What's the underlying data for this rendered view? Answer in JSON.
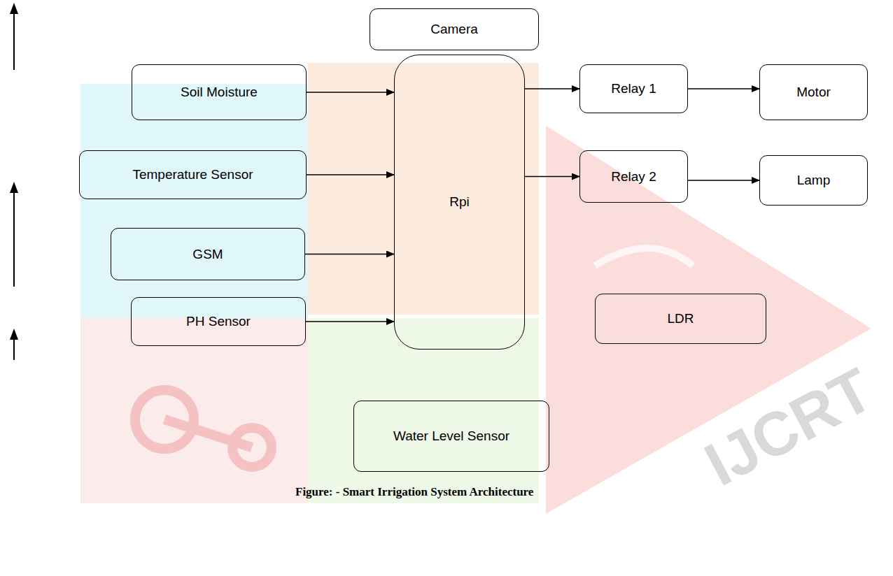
{
  "diagram": {
    "caption": "Figure: - Smart Irrigation System Architecture",
    "nodes": [
      {
        "text": [
          "Camera"
        ]
      },
      {
        "text": [
          "Soil Moisture"
        ]
      },
      {
        "text": [
          "Rpi"
        ]
      },
      {
        "text": [
          "Relay 1"
        ]
      },
      {
        "text": [
          "Motor"
        ]
      },
      {
        "text": [
          "Temperature Sensor"
        ]
      },
      {
        "text": [
          "Relay 2"
        ]
      },
      {
        "text": [
          "Lamp"
        ]
      },
      {
        "text": [
          "GSM"
        ]
      },
      {
        "text": [
          "PH Sensor"
        ]
      },
      {
        "text": [
          "LDR"
        ]
      },
      {
        "text": [
          "Water Level Sensor"
        ]
      }
    ],
    "edges": [
      {
        "from": 1,
        "to": 2,
        "arrow": "to"
      },
      {
        "from": 5,
        "to": 2,
        "arrow": "to"
      },
      {
        "from": 8,
        "to": 2,
        "arrow": "to"
      },
      {
        "from": 9,
        "to": 2,
        "arrow": "to"
      },
      {
        "from": 2,
        "to": 3,
        "arrow": "to"
      },
      {
        "from": 3,
        "to": 4,
        "arrow": "to"
      },
      {
        "from": 2,
        "to": 6,
        "arrow": "to"
      },
      {
        "from": 6,
        "to": 7,
        "arrow": "to"
      }
    ],
    "labels": [
      "IJCRT"
    ]
  }
}
